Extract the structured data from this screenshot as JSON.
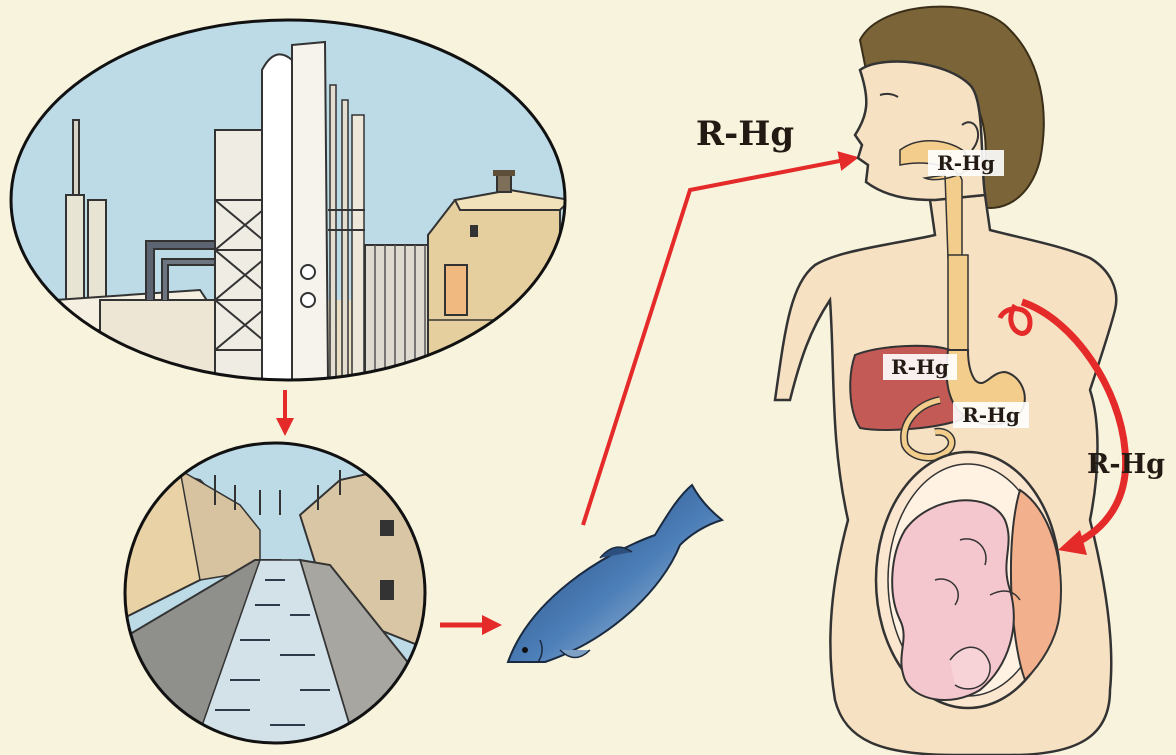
{
  "labels": {
    "main": "R-Hg",
    "mouth": "R-Hg",
    "liver": "R-Hg",
    "intestine": "R-Hg",
    "placenta": "R-Hg"
  },
  "colors": {
    "background": "#f8f3dd",
    "sky": "#bcdbe6",
    "arrow": "#e52a2a",
    "skin": "#f6e1c3",
    "hair": "#7b6538",
    "liver": "#c45a55",
    "stomach": "#f3cd8c",
    "fetus": "#f3c7cd",
    "placenta": "#f2b08c",
    "fish": "#2f5d93"
  },
  "icons": [
    "factory-icon",
    "canal-icon",
    "fish-icon",
    "woman-icon",
    "fetus-icon"
  ]
}
